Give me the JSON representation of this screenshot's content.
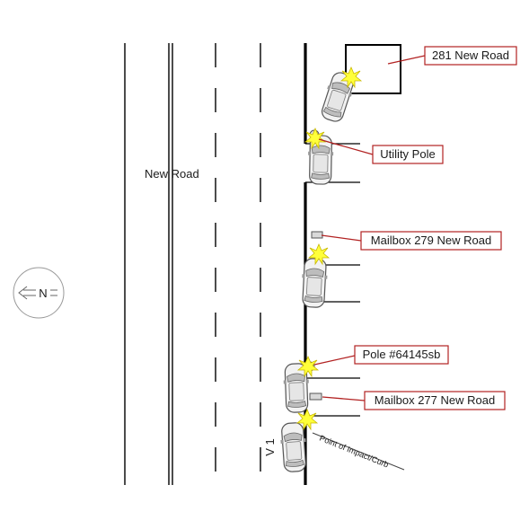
{
  "road": {
    "name": "New Road"
  },
  "compass": {
    "label": "N"
  },
  "vehicle": {
    "label": "V 1"
  },
  "annotation": {
    "impact": "Point of Impact/Curb"
  },
  "callouts": [
    {
      "id": "house-281",
      "text": "281 New Road"
    },
    {
      "id": "utility-pole",
      "text": "Utility Pole"
    },
    {
      "id": "mailbox-279",
      "text": "Mailbox 279 New Road"
    },
    {
      "id": "pole-64145sb",
      "text": "Pole #64145sb"
    },
    {
      "id": "mailbox-277",
      "text": "Mailbox 277 New Road"
    }
  ],
  "colors": {
    "callout_border": "#b22222",
    "impact_star": "#ffff3a",
    "road_line": "#000000"
  }
}
